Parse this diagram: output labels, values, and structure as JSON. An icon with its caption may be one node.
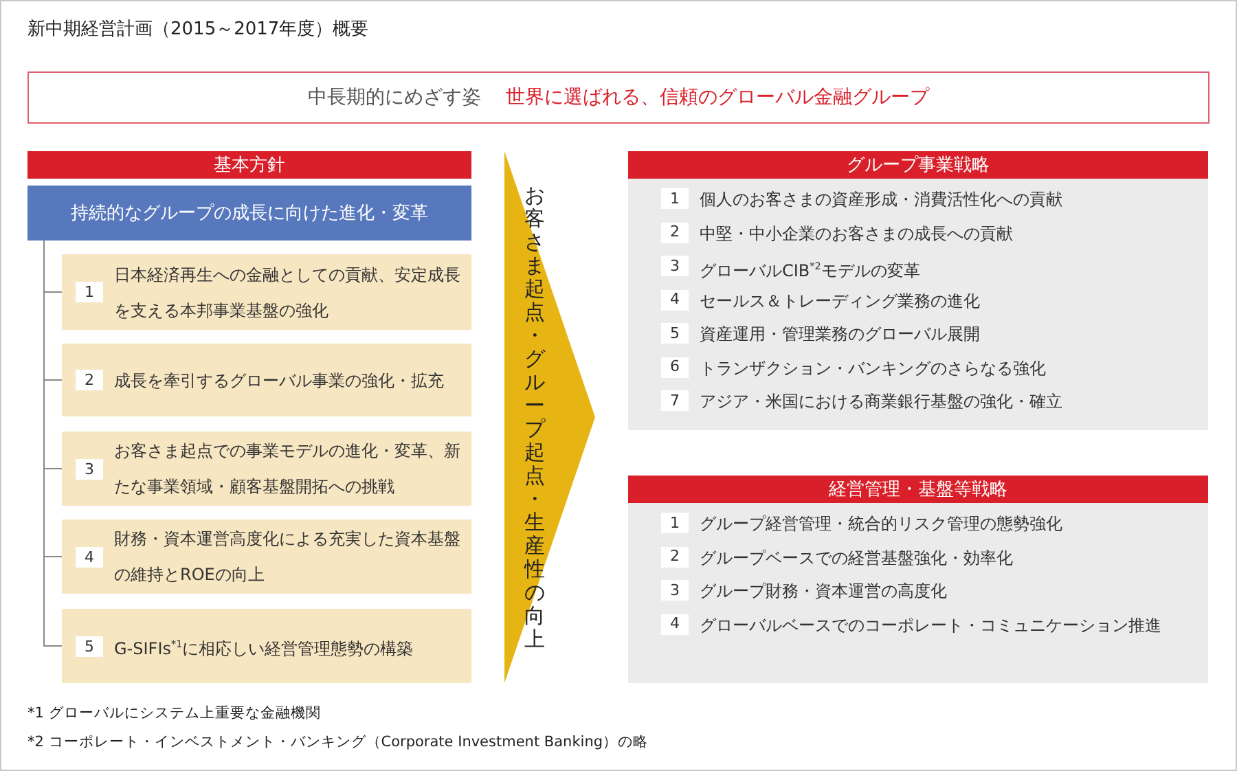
{
  "diagram": {
    "title": "新中期経営計画（2015～2017年度）概要",
    "nodes": [
      {
        "text": [
          "中長期的にめざす姿",
          "世界に選ばれる、信頼のグローバル金融グループ"
        ]
      },
      {
        "text": [
          "基本方針"
        ]
      },
      {
        "text": [
          "持続的なグループの成長に向けた進化・変革"
        ]
      },
      {
        "text": [
          "1",
          "日本経済再生への金融としての貢献、安定成長を支える本邦事業基盤の強化"
        ]
      },
      {
        "text": [
          "2",
          "成長を牽引するグローバル事業の強化・拡充"
        ]
      },
      {
        "text": [
          "3",
          "お客さま起点での事業モデルの進化・変革、新たな事業領域・顧客基盤開拓への挑戦"
        ]
      },
      {
        "text": [
          "4",
          "財務・資本運営高度化による充実した資本基盤の維持とROEの向上"
        ]
      },
      {
        "text": [
          "5",
          "G-SIFIs$^{*1}$に相応しい経営管理態勢の構築"
        ]
      },
      {
        "text": [
          "お客さま起点・グループ起点・生産性の向上"
        ]
      },
      {
        "text": [
          "グループ事業戦略"
        ]
      },
      {
        "text": [
          "1",
          "個人のお客さまの資産形成・消費活性化への貢献"
        ],
        "in": 9
      },
      {
        "text": [
          "2",
          "中堅・中小企業のお客さまの成長への貢献"
        ],
        "in": 9
      },
      {
        "text": [
          "3",
          "グローバルCIB$^{*2}$モデルの変革"
        ],
        "in": 9
      },
      {
        "text": [
          "4",
          "セールス＆トレーディング業務の進化"
        ],
        "in": 9
      },
      {
        "text": [
          "5",
          "資産運用・管理業務のグローバル展開"
        ],
        "in": 9
      },
      {
        "text": [
          "6",
          "トランザクション・バンキングのさらなる強化"
        ],
        "in": 9
      },
      {
        "text": [
          "7",
          "アジア・米国における商業銀行基盤の強化・確立"
        ],
        "in": 9
      },
      {
        "text": [
          "経営管理・基盤等戦略"
        ]
      },
      {
        "text": [
          "1",
          "グループ経営管理・統合的リスク管理の態勢強化"
        ],
        "in": 17
      },
      {
        "text": [
          "2",
          "グループベースでの経営基盤強化・効率化"
        ],
        "in": 17
      },
      {
        "text": [
          "3",
          "グループ財務・資本運営の高度化"
        ],
        "in": 17
      },
      {
        "text": [
          "4",
          "グローバルベースでのコーポレート・コミュニケーション推進"
        ],
        "in": 17
      }
    ],
    "edges": [
      {
        "from": 2,
        "to": 3,
        "arrow": "none"
      },
      {
        "from": 2,
        "to": 4,
        "arrow": "none"
      },
      {
        "from": 2,
        "to": 5,
        "arrow": "none"
      },
      {
        "from": 2,
        "to": 6,
        "arrow": "none"
      },
      {
        "from": 2,
        "to": 7,
        "arrow": "none"
      }
    ],
    "labels": [
      "*1 グローバルにシステム上重要な金融機関",
      "*2 コーポレート・インベストメント・バンキング（Corporate Investment Banking）の略"
    ]
  }
}
